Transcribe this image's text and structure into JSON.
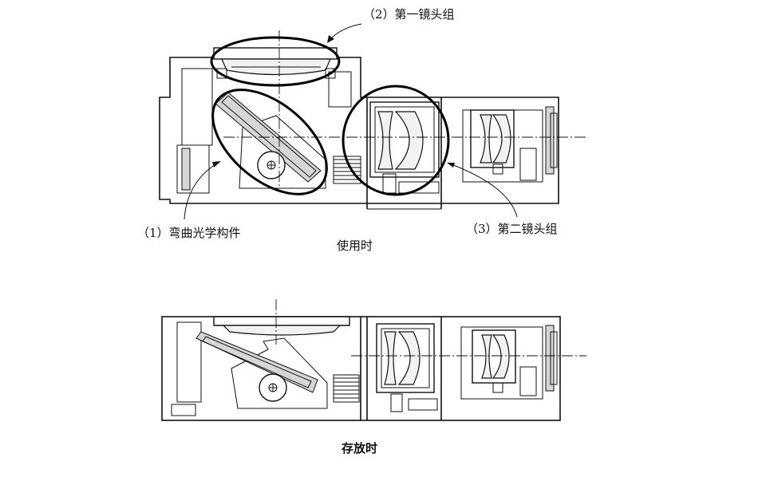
{
  "labels": {
    "first_lens_group": "（2）第一镜头组",
    "bending_optical_member": "（1）弯曲光学构件",
    "second_lens_group": "（3）第二镜头组"
  },
  "captions": {
    "in_use": "使用时",
    "stored": "存放时"
  }
}
